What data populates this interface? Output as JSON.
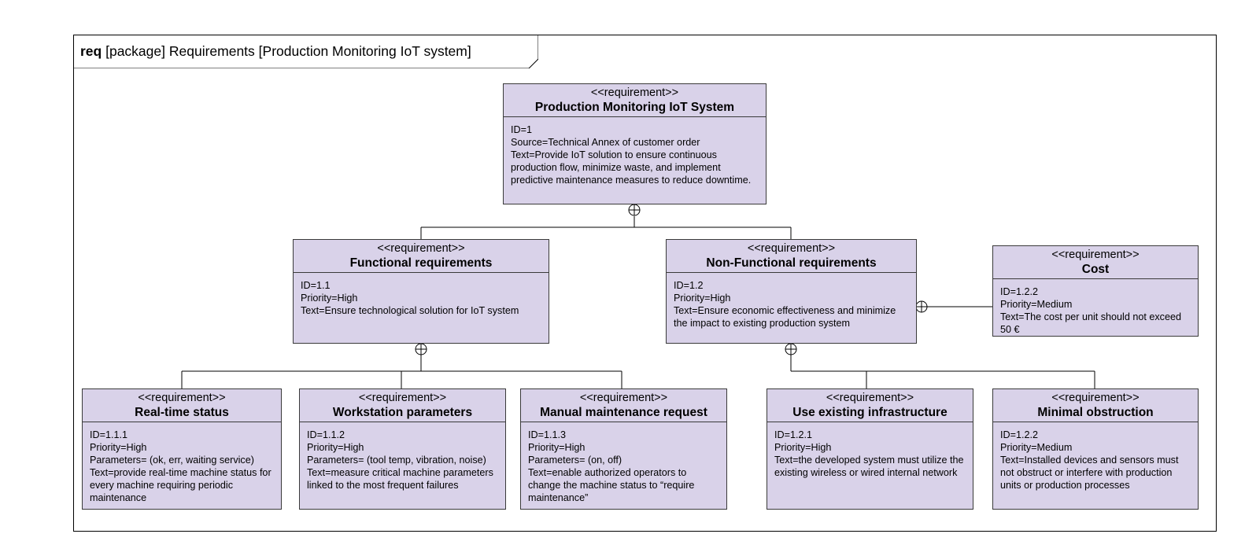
{
  "frame": {
    "keyword": "req",
    "title": "[package] Requirements [Production Monitoring IoT system]"
  },
  "requirements": [
    {
      "stereotype": "<<requirement>>",
      "name": "Production Monitoring IoT System",
      "lines": [
        "ID=1",
        "Source=Technical Annex of customer order",
        "Text=Provide IoT solution to ensure continuous production flow, minimize waste, and implement predictive maintenance measures to reduce downtime."
      ]
    },
    {
      "stereotype": "<<requirement>>",
      "name": "Functional requirements",
      "lines": [
        "ID=1.1",
        "Priority=High",
        "Text=Ensure technological solution for IoT system"
      ]
    },
    {
      "stereotype": "<<requirement>>",
      "name": "Non-Functional requirements",
      "lines": [
        "ID=1.2",
        "Priority=High",
        "Text=Ensure economic effectiveness and minimize the impact to existing production system"
      ]
    },
    {
      "stereotype": "<<requirement>>",
      "name": "Cost",
      "lines": [
        "ID=1.2.2",
        "Priority=Medium",
        "Text=The cost per unit should not exceed 50 €"
      ]
    },
    {
      "stereotype": "<<requirement>>",
      "name": "Real-time status",
      "lines": [
        "ID=1.1.1",
        "Priority=High",
        "Parameters= (ok, err, waiting service)",
        "Text=provide real-time machine status for every machine requiring periodic maintenance"
      ]
    },
    {
      "stereotype": "<<requirement>>",
      "name": "Workstation parameters",
      "lines": [
        "ID=1.1.2",
        "Priority=High",
        "Parameters= (tool temp, vibration, noise)",
        "Text=measure critical machine parameters linked to the most frequent failures"
      ]
    },
    {
      "stereotype": "<<requirement>>",
      "name": "Manual maintenance request",
      "lines": [
        "ID=1.1.3",
        "Priority=High",
        "Parameters= (on, off)",
        "Text=enable authorized operators to change the machine status to “require maintenance”"
      ]
    },
    {
      "stereotype": "<<requirement>>",
      "name": "Use existing infrastructure",
      "lines": [
        "ID=1.2.1",
        "Priority=High",
        "Text=the developed system must utilize the existing wireless or wired internal network"
      ]
    },
    {
      "stereotype": "<<requirement>>",
      "name": "Minimal obstruction",
      "lines": [
        "ID=1.2.2",
        "Priority=Medium",
        "Text=Installed devices and sensors must not obstruct or interfere with production units or production processes"
      ]
    }
  ]
}
